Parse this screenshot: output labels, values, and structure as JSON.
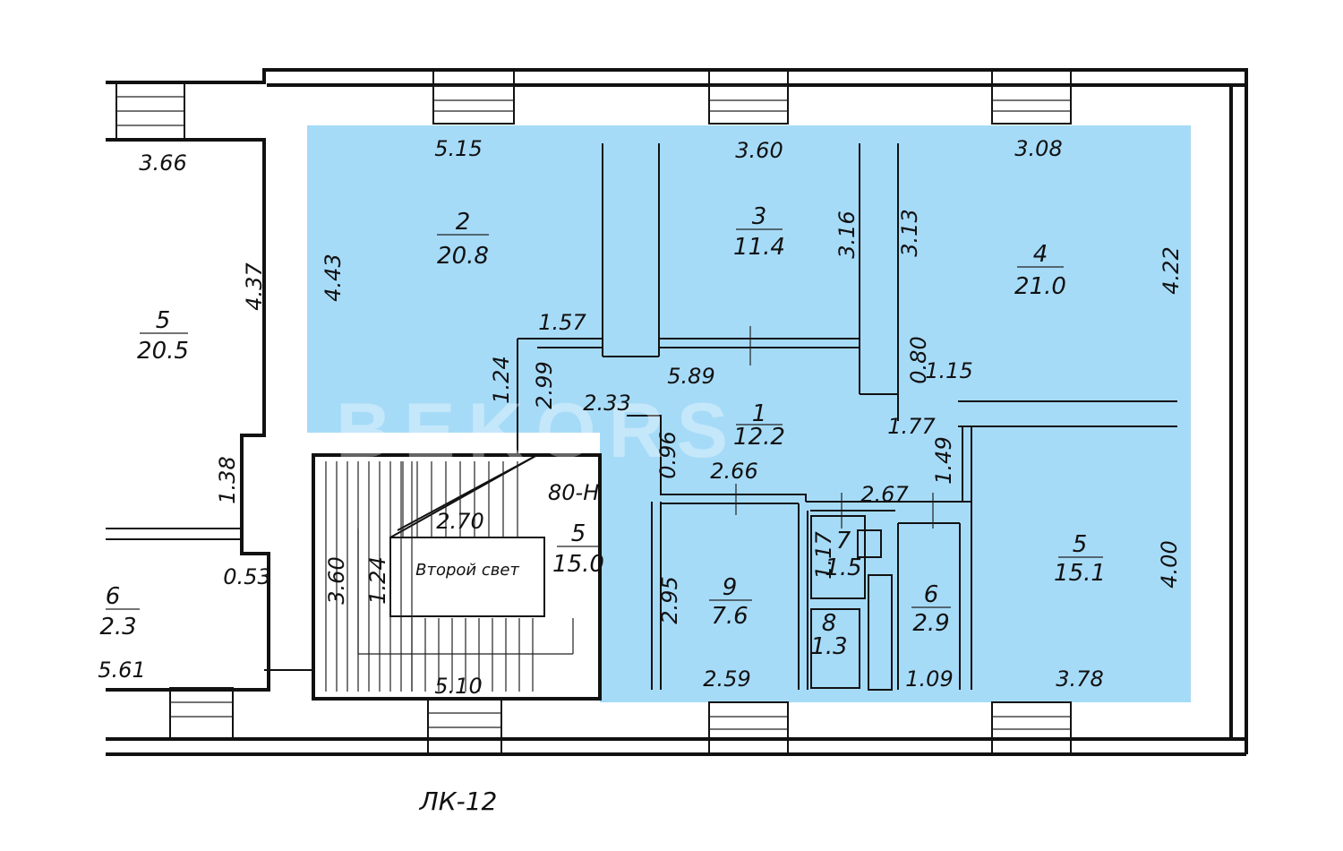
{
  "plan": {
    "highlight_color": "#a6dbf8",
    "watermark": "BEKORS",
    "stair_caption": "Второй свет",
    "sheet_label": "ЛК-12",
    "stair_mark": "80-Н",
    "rooms": [
      {
        "number": "1",
        "area": "12.2"
      },
      {
        "number": "2",
        "area": "20.8"
      },
      {
        "number": "3",
        "area": "11.4"
      },
      {
        "number": "4",
        "area": "21.0"
      },
      {
        "number": "5",
        "area": "15.1"
      },
      {
        "number": "6",
        "area": "2.9"
      },
      {
        "number": "7",
        "area": "1.5"
      },
      {
        "number": "8",
        "area": "1.3"
      },
      {
        "number": "9",
        "area": "7.6"
      },
      {
        "number": "5",
        "area": "15.0"
      },
      {
        "number": "5",
        "area": "20.5"
      },
      {
        "number": "6",
        "area": "2.3"
      }
    ],
    "dimensions": [
      "3.66",
      "4.37",
      "1.38",
      "0.53",
      "5.61",
      "5.15",
      "3.60",
      "3.08",
      "4.43",
      "3.16",
      "3.13",
      "4.22",
      "1.57",
      "1.24",
      "2.99",
      "5.89",
      "2.33",
      "0.80",
      "1.15",
      "1.77",
      "0.96",
      "2.66",
      "2.67",
      "1.49",
      "2.70",
      "3.60",
      "1.24",
      "5.10",
      "2.95",
      "1.17",
      "4.00",
      "2.59",
      "1.09",
      "3.78"
    ]
  }
}
